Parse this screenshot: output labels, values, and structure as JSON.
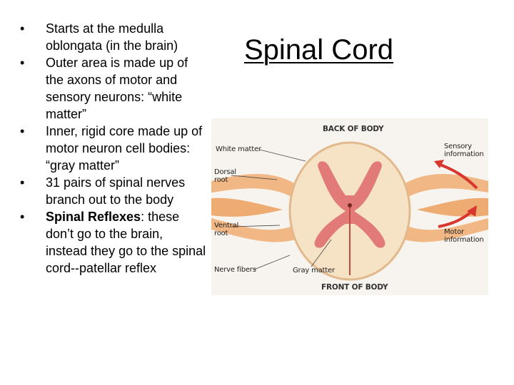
{
  "bullets": [
    {
      "bold": "",
      "text": "Starts at the medulla oblongata (in the brain)"
    },
    {
      "bold": "",
      "text": "Outer area is made up of the axons of motor and sensory neurons: “white matter”"
    },
    {
      "bold": "",
      "text": "Inner, rigid core made up of motor neuron cell bodies:  “gray matter”"
    },
    {
      "bold": "",
      "text": "31 pairs of spinal nerves branch out to the body"
    },
    {
      "bold": "Spinal Reflexes",
      "text": ": these don’t go to the brain, instead they go to the spinal cord--patellar reflex"
    }
  ],
  "bullet_glyph": "•",
  "title": "Spinal Cord",
  "diagram": {
    "back": "BACK OF BODY",
    "front": "FRONT OF BODY",
    "white_matter": "White matter",
    "dorsal_root": "Dorsal root",
    "ventral_root": "Ventral root",
    "nerve_fibers": "Nerve fibers",
    "gray_matter": "Gray matter",
    "sensory": "Sensory information",
    "motor": "Motor information",
    "colors": {
      "cord": "#f6e3c6",
      "nerve": "#f1b784",
      "gray": "#e27b78",
      "arrow": "#d7372d"
    }
  }
}
